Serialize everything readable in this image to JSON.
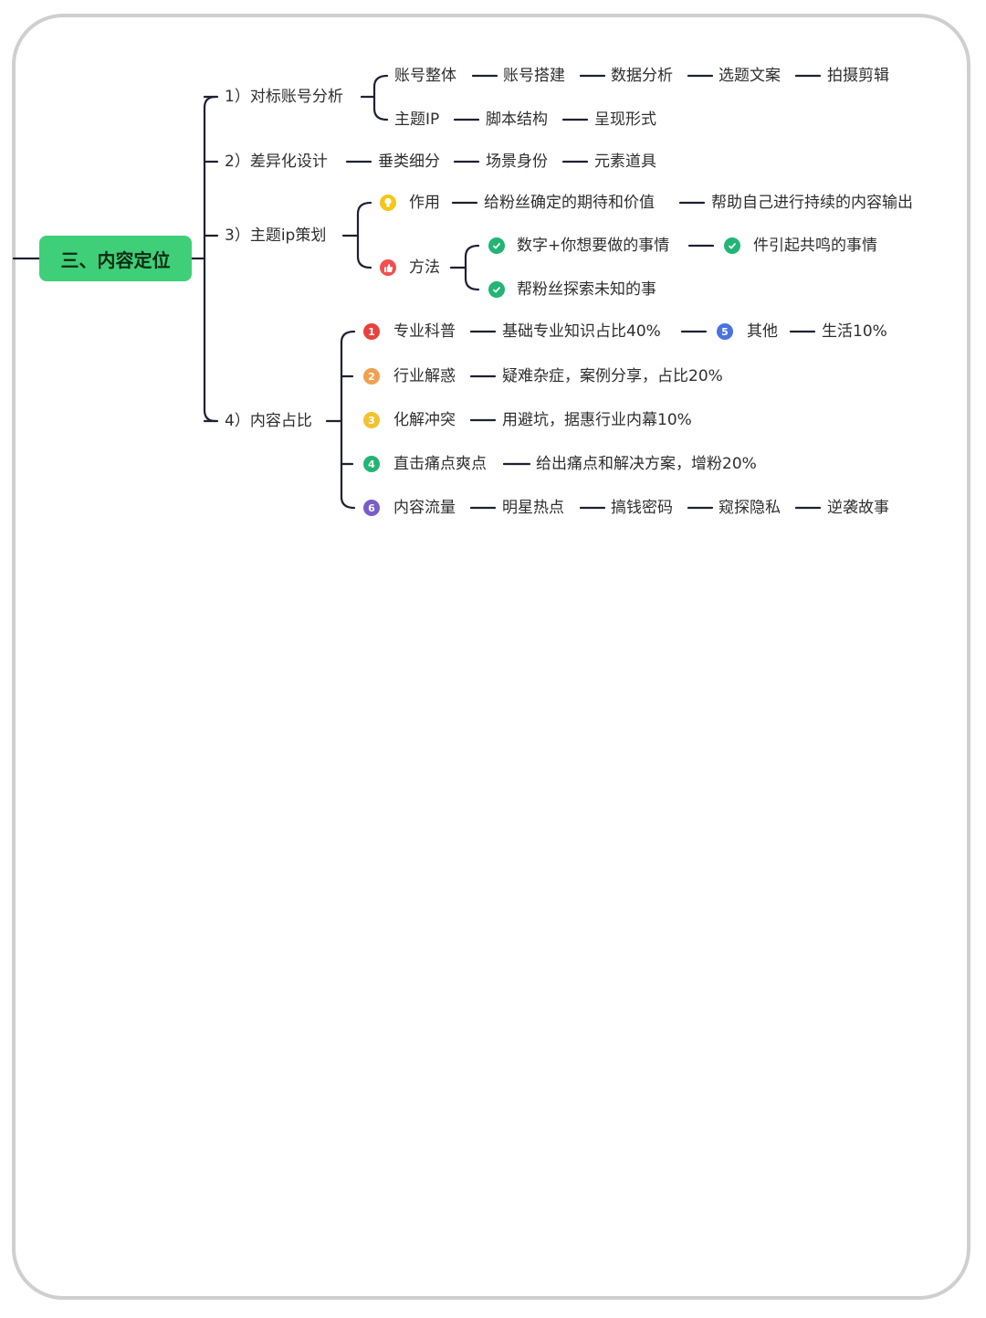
{
  "root": "三、内容定位",
  "b1": {
    "label": "1）对标账号分析",
    "row1": [
      "账号整体",
      "账号搭建",
      "数据分析",
      "选题文案",
      "拍摄剪辑"
    ],
    "row2": [
      "主题IP",
      "脚本结构",
      "呈现形式"
    ]
  },
  "b2": {
    "label": "2）差异化设计",
    "row": [
      "垂类细分",
      "场景身份",
      "元素道具"
    ]
  },
  "b3": {
    "label": "3）主题ip策划",
    "use": {
      "label": "作用",
      "items": [
        "给粉丝确定的期待和价值",
        "帮助自己进行持续的内容输出"
      ]
    },
    "method": {
      "label": "方法",
      "a": "数字+你想要做的事情",
      "b": "件引起共鸣的事情",
      "c": "帮粉丝探索未知的事"
    }
  },
  "b4": {
    "label": "4）内容占比",
    "r1": [
      "专业科普",
      "基础专业知识占比40%",
      "其他",
      "生活10%"
    ],
    "r2": [
      "行业解惑",
      "疑难杂症，案例分享，占比20%"
    ],
    "r3": [
      "化解冲突",
      "用避坑，据惠行业内幕10%"
    ],
    "r4": [
      "直击痛点爽点",
      "给出痛点和解决方案，增粉20%"
    ],
    "r5": [
      "内容流量",
      "明星热点",
      "搞钱密码",
      "窥探隐私",
      "逆袭故事"
    ]
  },
  "badges": {
    "n1": "1",
    "n2": "2",
    "n3": "3",
    "n4": "4",
    "n5": "5",
    "n6": "6"
  },
  "colors": {
    "root": "#3ecf78",
    "line": "#1f2033",
    "check": "#22b573",
    "bulb": "#f5c518",
    "thumb": "#f05050",
    "n1": "#e8413e",
    "n2": "#f0a050",
    "n3": "#f2c230",
    "n4": "#22b573",
    "n5": "#4a73e0",
    "n6": "#7b5cc8"
  }
}
